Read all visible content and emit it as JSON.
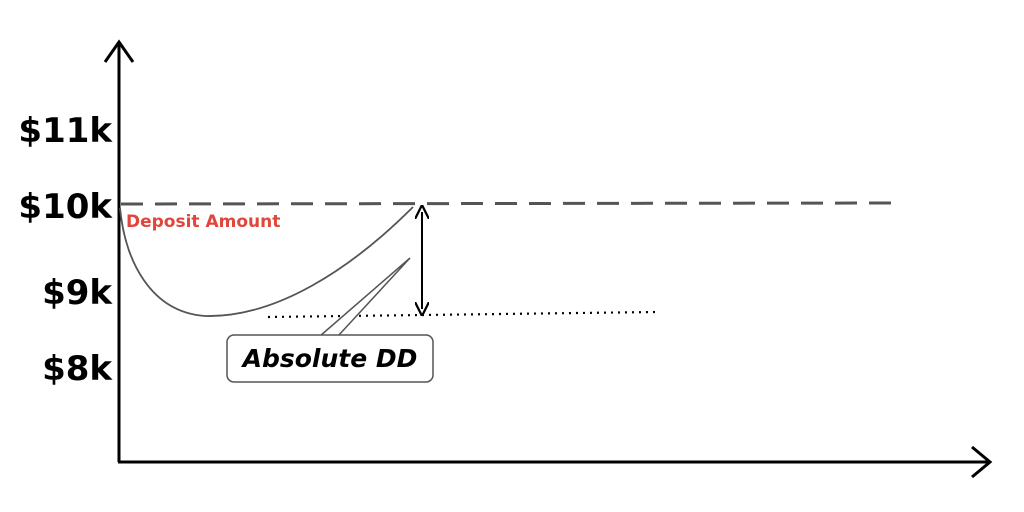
{
  "y_axis": {
    "labels": [
      "$11k",
      "$10k",
      "$9k",
      "$8k"
    ]
  },
  "annotations": {
    "deposit_label": "Deposit Amount",
    "callout_label": "Absolute DD"
  },
  "colors": {
    "axis": "#000000",
    "curve": "#555555",
    "deposit_line": "#555555",
    "deposit_label": "#e0463c"
  }
}
